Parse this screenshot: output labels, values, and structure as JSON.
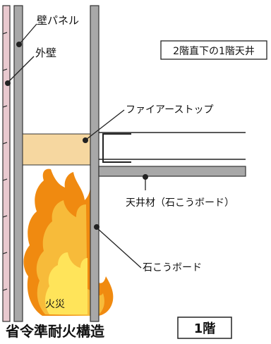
{
  "labels": {
    "wall_panel": "壁パネル",
    "exterior_wall": "外壁",
    "fire_stop": "ファイアーストップ",
    "ceiling_material": "天井材（石こうボード）",
    "gypsum_board": "石こうボード",
    "fire": "火災"
  },
  "boxed_titles": {
    "ceiling_location": "2階直下の1階天井",
    "floor": "1階"
  },
  "footer_title": "省令準耐火構造",
  "colors": {
    "exterior_wall_fill": "#e9c9cf",
    "board_fill": "#a8a8a8",
    "fire_stop_fill": "#f6d7a0",
    "fire_outer": "#f08a10",
    "fire_mid": "#f7bb3a",
    "fire_inner": "#ffe45a"
  }
}
